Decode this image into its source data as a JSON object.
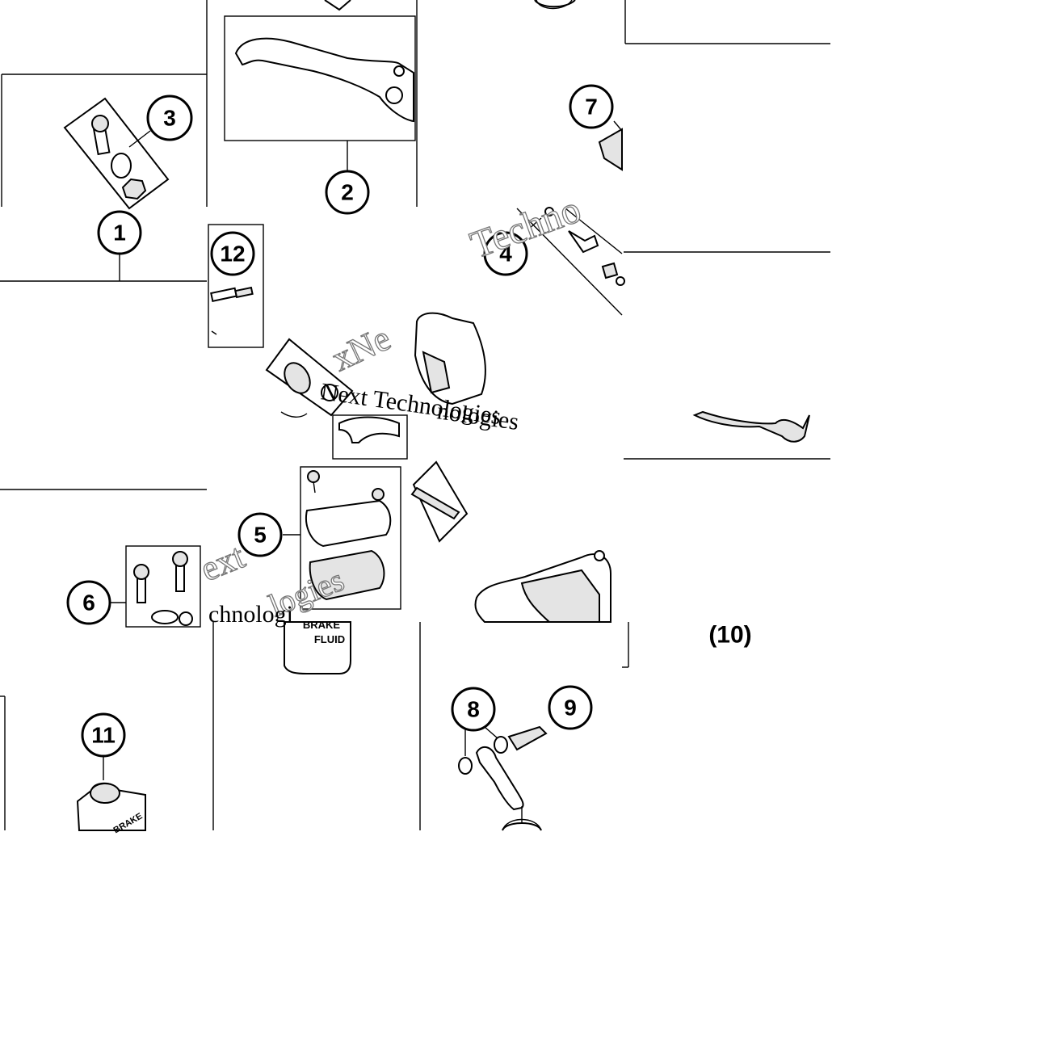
{
  "callouts": [
    {
      "id": "1",
      "label": "1"
    },
    {
      "id": "2",
      "label": "2"
    },
    {
      "id": "3",
      "label": "3"
    },
    {
      "id": "4",
      "label": "4"
    },
    {
      "id": "5",
      "label": "5"
    },
    {
      "id": "6",
      "label": "6"
    },
    {
      "id": "7",
      "label": "7"
    },
    {
      "id": "8",
      "label": "8"
    },
    {
      "id": "9",
      "label": "9"
    },
    {
      "id": "10",
      "label": "(10)"
    },
    {
      "id": "11",
      "label": "11"
    },
    {
      "id": "12",
      "label": "12"
    }
  ],
  "watermark": {
    "line1": "Next Technologies",
    "frag_tech": "Techno",
    "frag_next": "xNe",
    "frag_nologies": "nologies",
    "frag_ext": "ext",
    "frag_logies": "logies",
    "frag_chnolog": "chnologi"
  },
  "labels": {
    "brake_fluid": "BRAKE FLUID",
    "brake": "BRAKE",
    "fluid": "FLUID"
  }
}
